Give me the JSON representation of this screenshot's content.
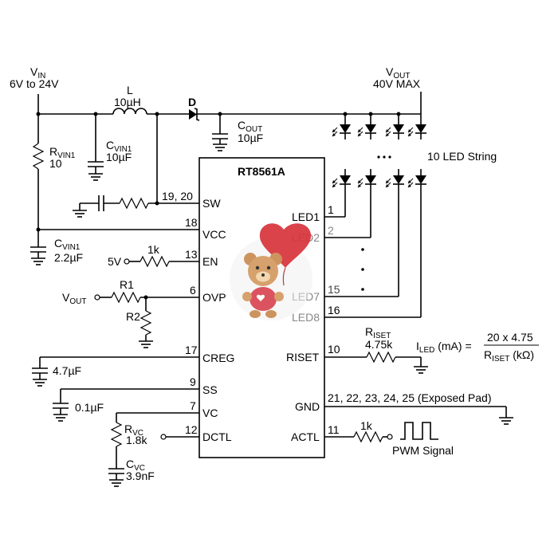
{
  "vin": {
    "label": "V",
    "sub": "IN",
    "range": "6V to 24V"
  },
  "vout": {
    "label": "V",
    "sub": "OUT",
    "max": "40V MAX"
  },
  "inductor": {
    "name": "L",
    "value": "10µH"
  },
  "diode": {
    "name": "D"
  },
  "cout": {
    "name": "C",
    "sub": "OUT",
    "value": "10µF"
  },
  "rvin1": {
    "name": "R",
    "sub": "VIN1",
    "value": "10"
  },
  "cvin1_top": {
    "name": "C",
    "sub": "VIN1",
    "value": "10µF"
  },
  "cvin1_bot": {
    "name": "C",
    "sub": "VIN1",
    "value": "2.2µF"
  },
  "ic": {
    "name": "RT8561A",
    "left_pins": [
      {
        "num": "19, 20",
        "label": "SW"
      },
      {
        "num": "18",
        "label": "VCC"
      },
      {
        "num": "13",
        "label": "EN"
      },
      {
        "num": "6",
        "label": "OVP"
      },
      {
        "num": "17",
        "label": "CREG"
      },
      {
        "num": "9",
        "label": "SS"
      },
      {
        "num": "7",
        "label": "VC"
      },
      {
        "num": "12",
        "label": "DCTL"
      }
    ],
    "right_pins": [
      {
        "num": "1",
        "label": "LED1"
      },
      {
        "num": "2",
        "label": "LED2"
      },
      {
        "num": "15",
        "label": "LED7"
      },
      {
        "num": "16",
        "label": "LED8"
      },
      {
        "num": "10",
        "label": "RISET"
      },
      {
        "num": "21, 22, 23, 24, 25 (Exposed Pad)",
        "label": "GND"
      },
      {
        "num": "11",
        "label": "ACTL"
      }
    ]
  },
  "en": {
    "supply": "5V",
    "res": "1k"
  },
  "ovp": {
    "source_label": "V",
    "source_sub": "OUT",
    "r1": "R1",
    "r2": "R2"
  },
  "creg": {
    "cap": "4.7µF"
  },
  "ss": {
    "cap": "0.1µF"
  },
  "vc": {
    "rname": "R",
    "rsub": "VC",
    "rval": "1.8k",
    "cname": "C",
    "csub": "VC",
    "cval": "3.9nF"
  },
  "riset": {
    "name": "R",
    "sub": "ISET",
    "value": "4.75k"
  },
  "formula": {
    "lhs_pre": "I",
    "lhs_sub": "LED",
    "lhs_post": " (mA) =",
    "num": "20 x 4.75",
    "den_pre": "R",
    "den_sub": "ISET",
    "den_post": " (kΩ)"
  },
  "actl": {
    "res": "1k",
    "signal": "PWM Signal"
  },
  "led_string": {
    "label": "10 LED String"
  },
  "watermark": {
    "icon": "teddy-bear-with-heart-balloon"
  }
}
